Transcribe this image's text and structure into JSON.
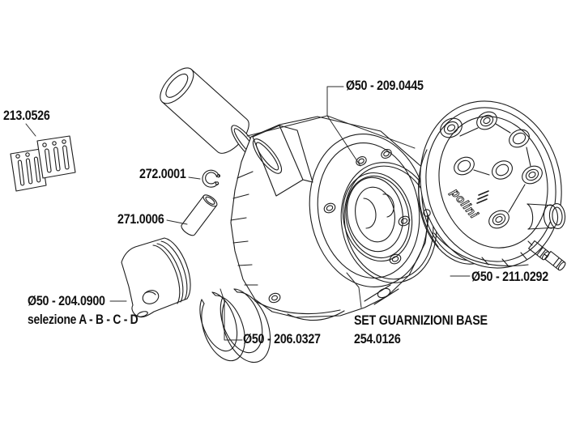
{
  "diagram": {
    "title_context": "Polini cylinder kit exploded parts diagram",
    "brand": {
      "logo_text": "polini"
    },
    "labels": {
      "reed_valve": "213.0526",
      "circlip": "272.0001",
      "needle_cage": "271.0006",
      "piston": "Ø50 - 204.0900",
      "piston_selection": "selezione A - B - C - D",
      "piston_rings": "Ø50 - 206.0327",
      "head_gasket_set": "Ø50 - 209.0445",
      "cylinder_head": "Ø50 - 211.0292",
      "base_gasket_set_line1": "SET GUARNIZIONI BASE",
      "base_gasket_set_line2": "254.0126"
    },
    "line_color": "#1c1c1c"
  }
}
